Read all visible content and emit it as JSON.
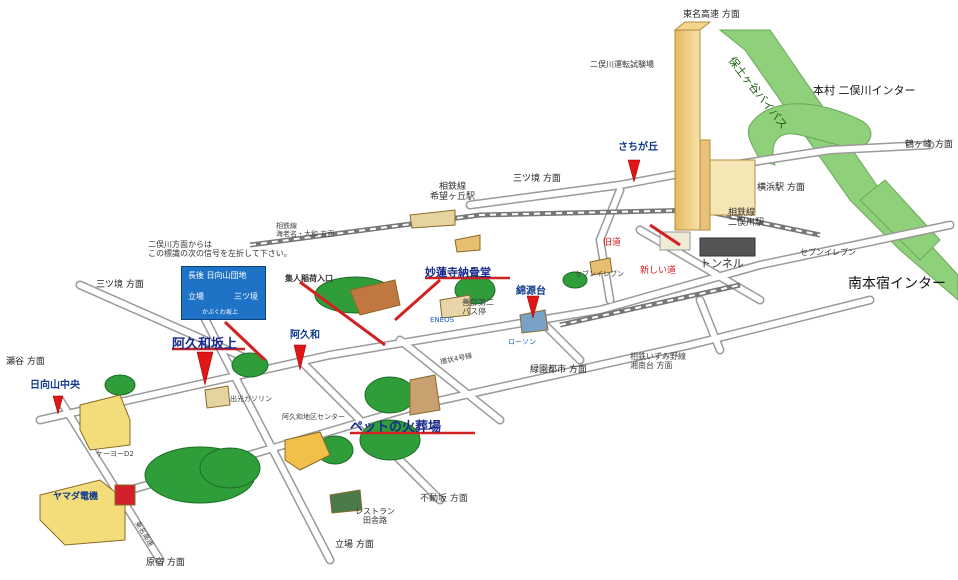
{
  "directions": {
    "tomei": "東名高速 方面",
    "mitsukyo_top": "三ツ境 方面",
    "mitsukyo_left": "三ツ境 方面",
    "tsurugamine": "鶴ヶ峰 方面",
    "yokohama": "横浜駅 方面",
    "sotetsu_line": "相鉄線\n海老名・大和 方面",
    "seya": "瀬谷 方面",
    "ryokuen": "緑園都市 方面",
    "izumino": "相鉄いずみ野線\n湘南台 方面",
    "fudozaka": "不動坂 方面",
    "tachiba": "立場 方面",
    "harajuku": "原宿 方面"
  },
  "places": {
    "menkyo": "二俣川運転試験場",
    "sachigaoka": "さちが丘",
    "kibougaoka": "相鉄線\n希望ヶ丘駅",
    "futamatagawa": "相鉄線\n二俣川駅",
    "honmura": "本村 二俣川インター",
    "minamihonjuku": "南本宿インター",
    "hodogaya": "保土ヶ谷バイパス",
    "tunnel": "トンネル",
    "kyudo": "旧道",
    "shindo": "新しい道",
    "seven": "セブンイレブン",
    "denshu": "二俣川方面からは\nこの標識の次の信号を左折して下さい。",
    "shujin": "集人稲荷入口",
    "myorenji": "妙蓮寺納骨堂",
    "busstop": "善部第二\nバス停",
    "enoeos": "ENEOS",
    "lawson": "ローソン",
    "bypass_road": "環状4号線",
    "watabuki": "綿源台",
    "akuwa_saka": "阿久和坂上",
    "akuwa": "阿久和",
    "hyuga": "日向山中央",
    "yamada": "ヤマダ電機",
    "cosmo": "出光ガソリン",
    "center": "阿久和地区センター",
    "pet": "ペットの火葬場",
    "restaurant": "レストラン\n田舎路",
    "ker": "ケーヨーD2",
    "tomei_road": "東名高速",
    "annotation_sign": "セブンイレブン"
  },
  "sign": {
    "line1": "長後 日向山団地",
    "left": "立場",
    "right": "三ツ境",
    "bottom": "かぶくわ坂上"
  },
  "colors": {
    "road": "#ffffff",
    "road_edge": "#8a8a8a",
    "bypass": "#8fd07a",
    "sign": "#1e73c6",
    "pin": "#e01515",
    "title": "#1a2a8c",
    "underline": "#d32020"
  }
}
